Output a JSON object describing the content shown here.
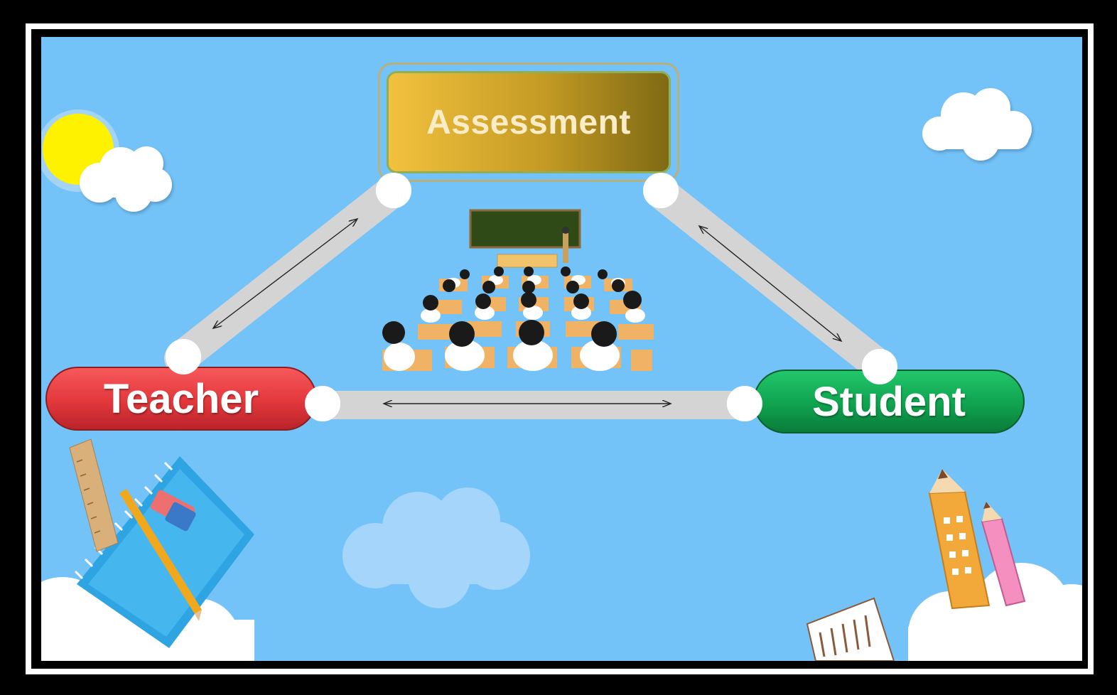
{
  "diagram": {
    "nodes": {
      "assessment": "Assessment",
      "teacher": "Teacher",
      "student": "Student"
    },
    "connections": [
      {
        "from": "Teacher",
        "to": "Assessment",
        "bidirectional": true
      },
      {
        "from": "Assessment",
        "to": "Student",
        "bidirectional": true
      },
      {
        "from": "Teacher",
        "to": "Student",
        "bidirectional": true
      }
    ]
  },
  "colors": {
    "background": "#74c3f8",
    "teacher": "#e2383c",
    "student": "#0fa24f",
    "assessment": "#c49b24",
    "connector": "#d4d4d4"
  },
  "icons": [
    "sun-icon",
    "cloud-icon",
    "classroom-illustration",
    "notebook-icon",
    "ruler-icon",
    "pencil-icon",
    "eraser-icon",
    "pencil-building-icon"
  ]
}
